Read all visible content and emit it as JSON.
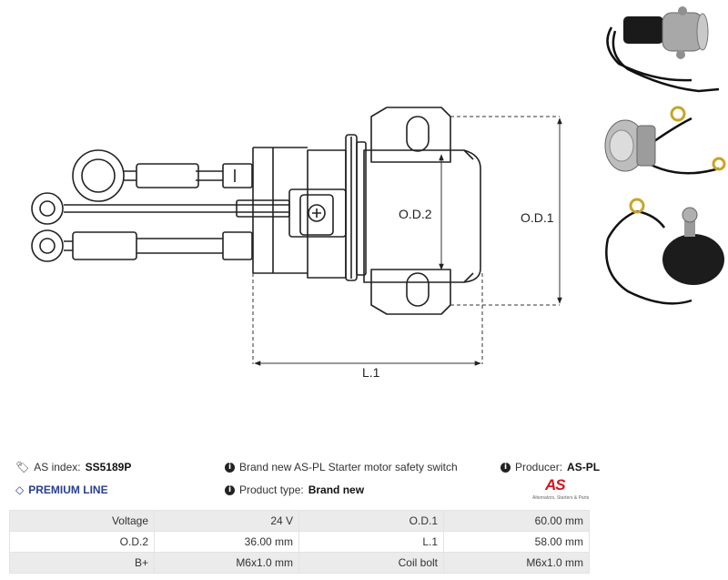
{
  "drawing": {
    "od1_label": "O.D.1",
    "od2_label": "O.D.2",
    "l1_label": "L.1"
  },
  "info": {
    "as_index_label": "AS index:",
    "as_index_value": "SS5189P",
    "premium_label": "PREMIUM LINE",
    "description": "Brand new AS-PL Starter motor safety switch",
    "product_type_label": "Product type:",
    "product_type_value": "Brand new",
    "producer_label": "Producer:",
    "producer_value": "AS-PL",
    "logo_text": "AS",
    "logo_tagline": "Alternators, Starters & Parts"
  },
  "specs": [
    {
      "l1": "Voltage",
      "v1": "24 V",
      "l2": "O.D.1",
      "v2": "60.00 mm"
    },
    {
      "l1": "O.D.2",
      "v1": "36.00 mm",
      "l2": "L.1",
      "v2": "58.00 mm"
    },
    {
      "l1": "B+",
      "v1": "M6x1.0 mm",
      "l2": "Coil bolt",
      "v2": "M6x1.0 mm"
    }
  ],
  "colors": {
    "brand_red": "#d4141e",
    "premium_blue": "#2a3f8f",
    "row_gray": "#ebebeb"
  }
}
